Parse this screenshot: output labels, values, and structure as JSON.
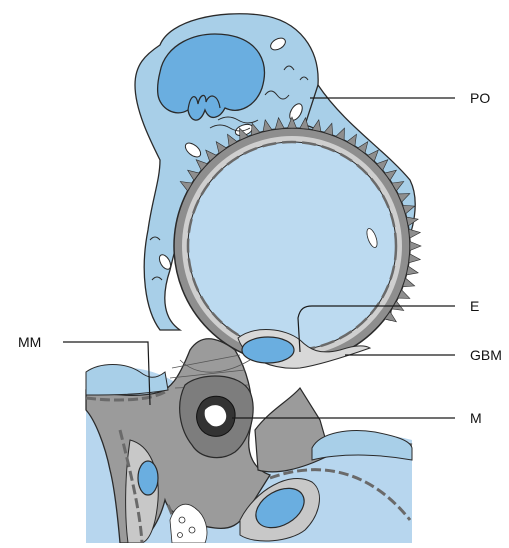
{
  "labels": {
    "po": "PO",
    "e": "E",
    "gbm": "GBM",
    "mm": "MM",
    "m": "M"
  },
  "colors": {
    "cell_fill": "#a8cfe8",
    "nucleus_fill": "#6aaee0",
    "lumen_fill": "#bcdaf0",
    "mesangium_fill": "#9b9b9b",
    "membrane_dark": "#7a7a7a",
    "outline": "#2a2a2a"
  }
}
